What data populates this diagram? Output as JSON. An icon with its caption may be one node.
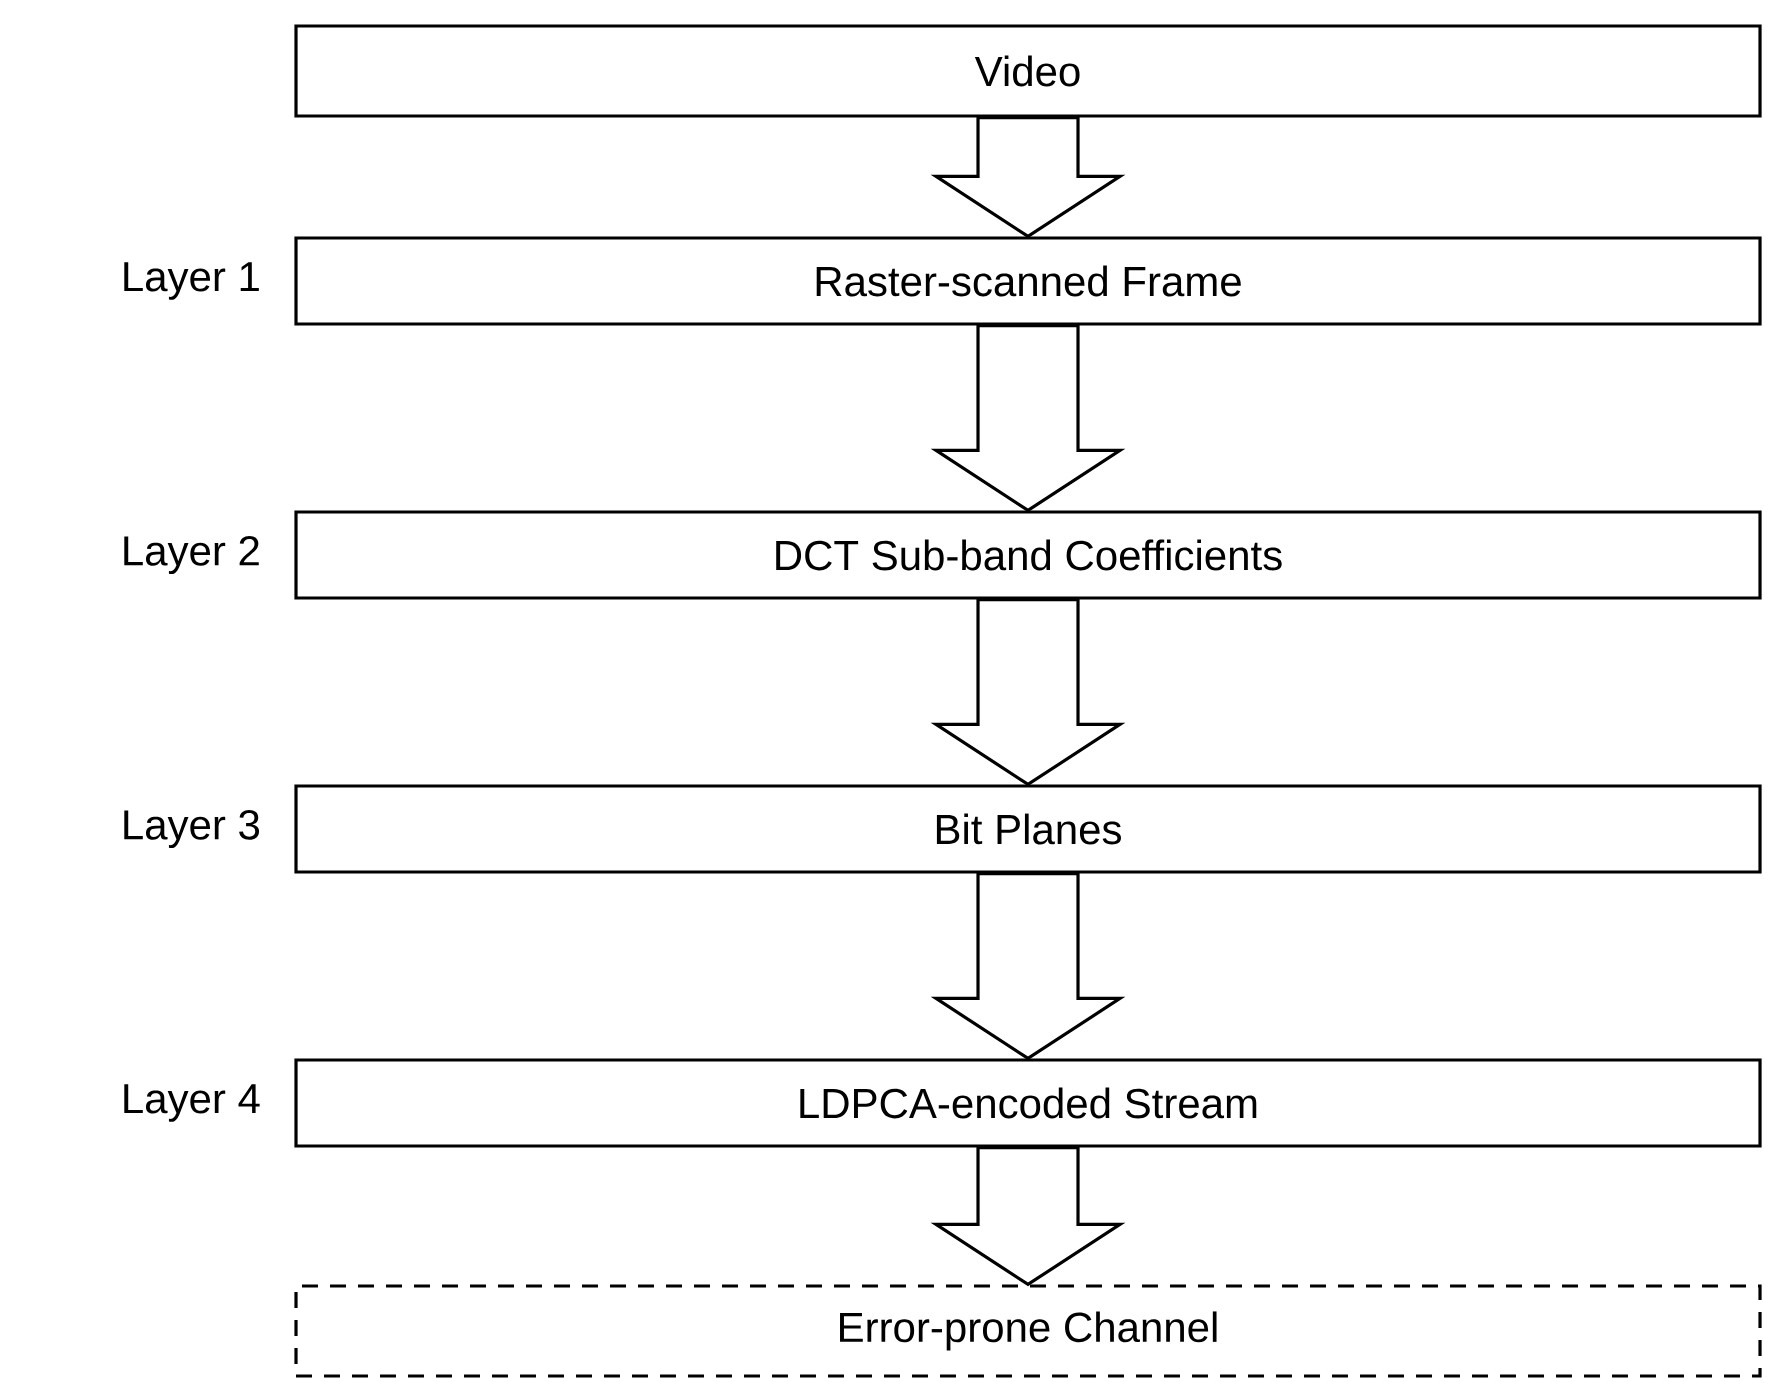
{
  "diagram": {
    "nodes": [
      {
        "text": [
          "Video"
        ]
      },
      {
        "text": [
          "Raster-scanned Frame"
        ],
        "beside": [
          "Layer 1"
        ]
      },
      {
        "text": [
          "DCT Sub-band Coefficients"
        ],
        "beside": [
          "Layer 2"
        ]
      },
      {
        "text": [
          "Bit Planes"
        ],
        "beside": [
          "Layer 3"
        ]
      },
      {
        "text": [
          "LDPCA-encoded Stream"
        ],
        "beside": [
          "Layer 4"
        ]
      },
      {
        "text": [
          "Error-prone Channel"
        ]
      }
    ],
    "edges": [
      {
        "from": 0,
        "to": 1,
        "arrow": "to"
      },
      {
        "from": 1,
        "to": 2,
        "arrow": "to"
      },
      {
        "from": 2,
        "to": 3,
        "arrow": "to"
      },
      {
        "from": 3,
        "to": 4,
        "arrow": "to"
      },
      {
        "from": 4,
        "to": 5,
        "arrow": "to"
      }
    ]
  }
}
